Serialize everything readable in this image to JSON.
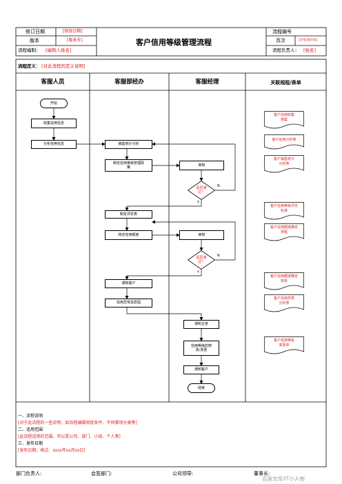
{
  "header": {
    "revision_date_label": "修订日期",
    "revision_date_value": "[修改日期]",
    "version_label": "版本",
    "version_value": "[版本号]",
    "title": "客户信用等级管理流程",
    "process_no_label": "流程编号",
    "page_label": "页次",
    "page_value": "[页号/总页号]",
    "author_label": "流程编制：",
    "author_value": "[编制人姓名]",
    "owner_label": "流程负责人：",
    "owner_value": "[姓名]"
  },
  "definition": {
    "label": "流程定义",
    "colon": "：",
    "value": "[对此流程的定义说明]"
  },
  "lanes": [
    "客服人员",
    "客服部经办",
    "客服经理",
    "关联规程/表单"
  ],
  "flow": {
    "start": "开始",
    "collect": "收集信用信息",
    "analyze": "分析信用信息",
    "sales_stat": "销售统计分析",
    "policy": "制定信用等级管理政策",
    "review1": "审核",
    "pass1": "是否通过？",
    "eval_table": "制定评定表",
    "credit_limit": "核定信用额度",
    "review2": "审核",
    "pass2": "是否通过？",
    "notify_customer": "通知客户",
    "change_reason": "信用异常及原因",
    "notify_manager": "通知主管",
    "modify": "信用等级的修改/变更",
    "notify_customer2": "通知客户",
    "end": "结束",
    "yes": "Y",
    "no": "N"
  },
  "documents": [
    "客户信用收集档案",
    "客户信用分析表",
    "客户销售统计分析表",
    "客户信用等级评定标准",
    "客户信用额度确定规程",
    "客户信用额度确定知单",
    "客户信用异常分析表",
    "客户信用等级变更单"
  ],
  "notes": {
    "s1_title": "一、流程说明",
    "s1_body": "[对于此流程的一些说明，如流程编辑审批条件，不同事项分类等]",
    "s2_title": "二、适用范围",
    "s2_body": "[此流程适用的范围，可以是公司、部门、小组、个人等]",
    "s3_title": "三、发布日期",
    "s3_body": "[发布日期，格式：xxxx年xx月xx日]"
  },
  "footer": {
    "dept_head": "部门负责人:",
    "cosign": "会签部门:",
    "company_lead": "公司领导:",
    "chairman": "董事长:",
    "watermark": "百度文库/IT小人物"
  }
}
